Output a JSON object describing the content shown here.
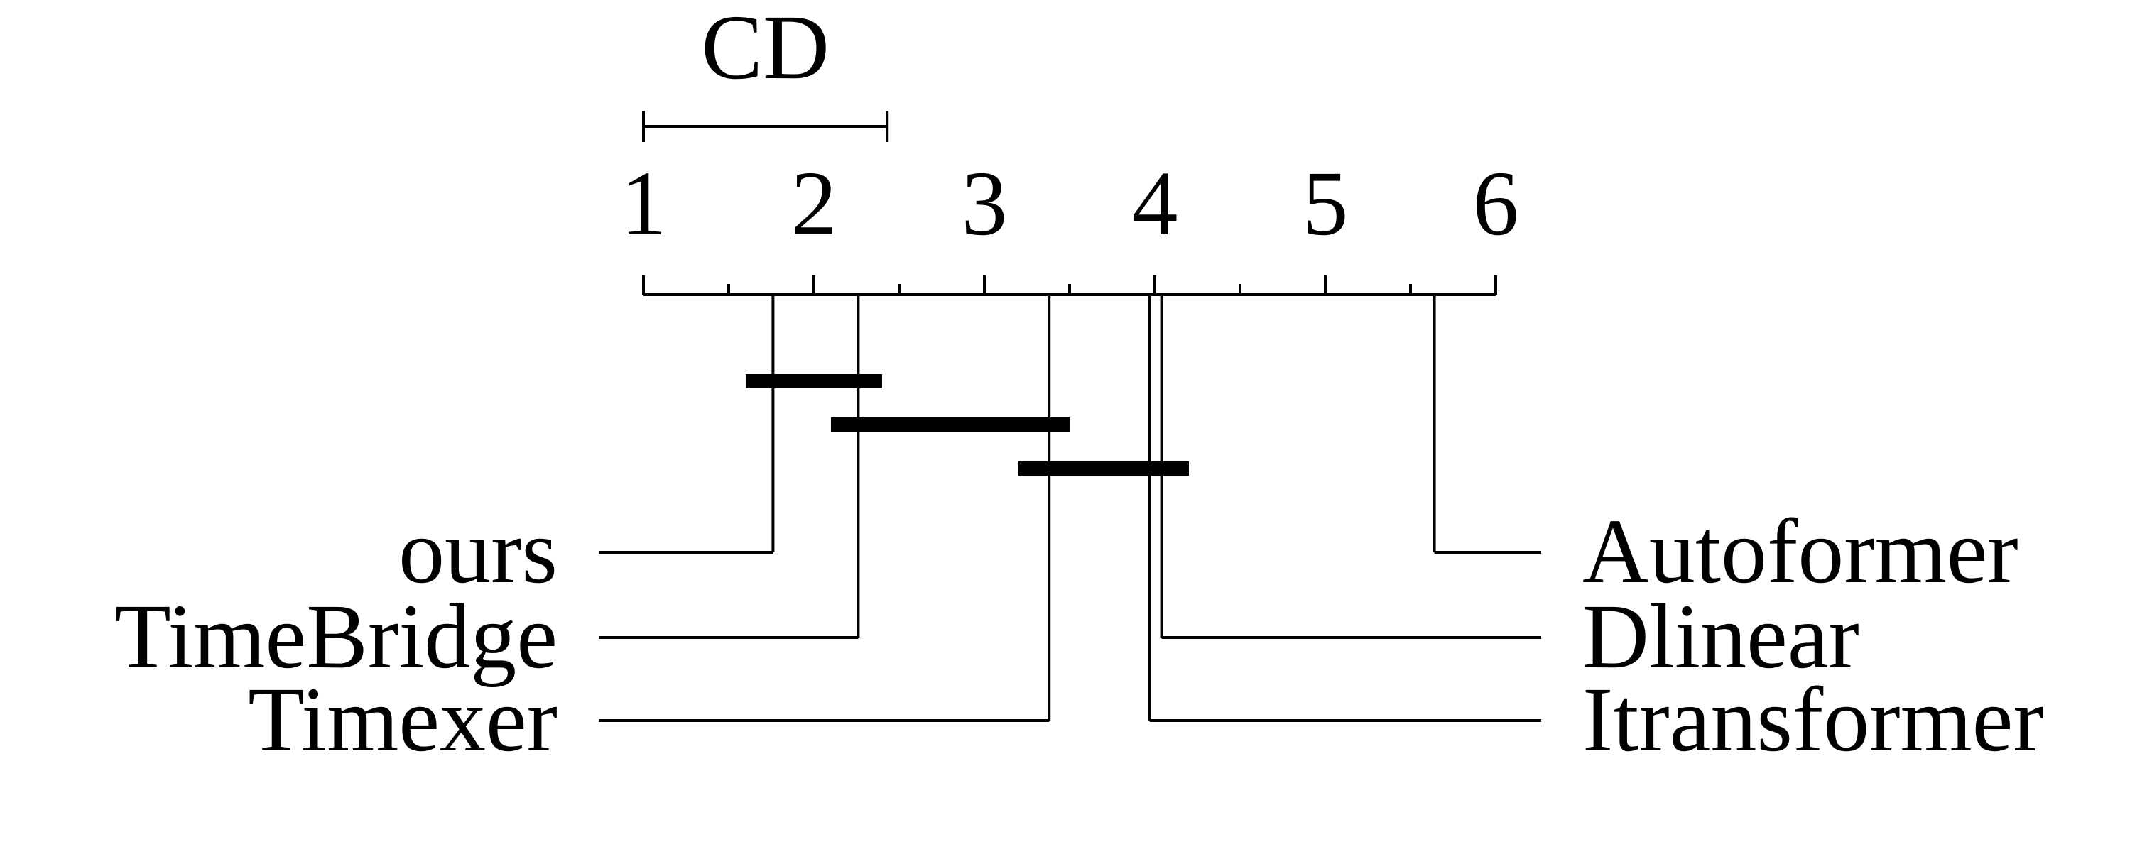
{
  "chart_data": {
    "type": "critical-difference",
    "axis": {
      "min": 1,
      "max": 6,
      "tick_labels": [
        "1",
        "2",
        "3",
        "4",
        "5",
        "6"
      ],
      "minor_ticks": [
        1.5,
        2.5,
        3.5,
        4.5,
        5.5
      ]
    },
    "cd": {
      "label": "CD",
      "value": 1.43
    },
    "methods_left": [
      {
        "name": "ours",
        "rank": 1.76
      },
      {
        "name": "TimeBridge",
        "rank": 2.26
      },
      {
        "name": "Timexer",
        "rank": 3.38
      }
    ],
    "methods_right": [
      {
        "name": "Autoformer",
        "rank": 5.64
      },
      {
        "name": "Dlinear",
        "rank": 4.04
      },
      {
        "name": "Itransformer",
        "rank": 3.97
      }
    ],
    "cliques": [
      {
        "from": 1.6,
        "to": 2.4
      },
      {
        "from": 2.1,
        "to": 3.5
      },
      {
        "from": 3.2,
        "to": 4.2
      }
    ],
    "colors": {
      "line": "#000000",
      "background": "#ffffff"
    }
  }
}
